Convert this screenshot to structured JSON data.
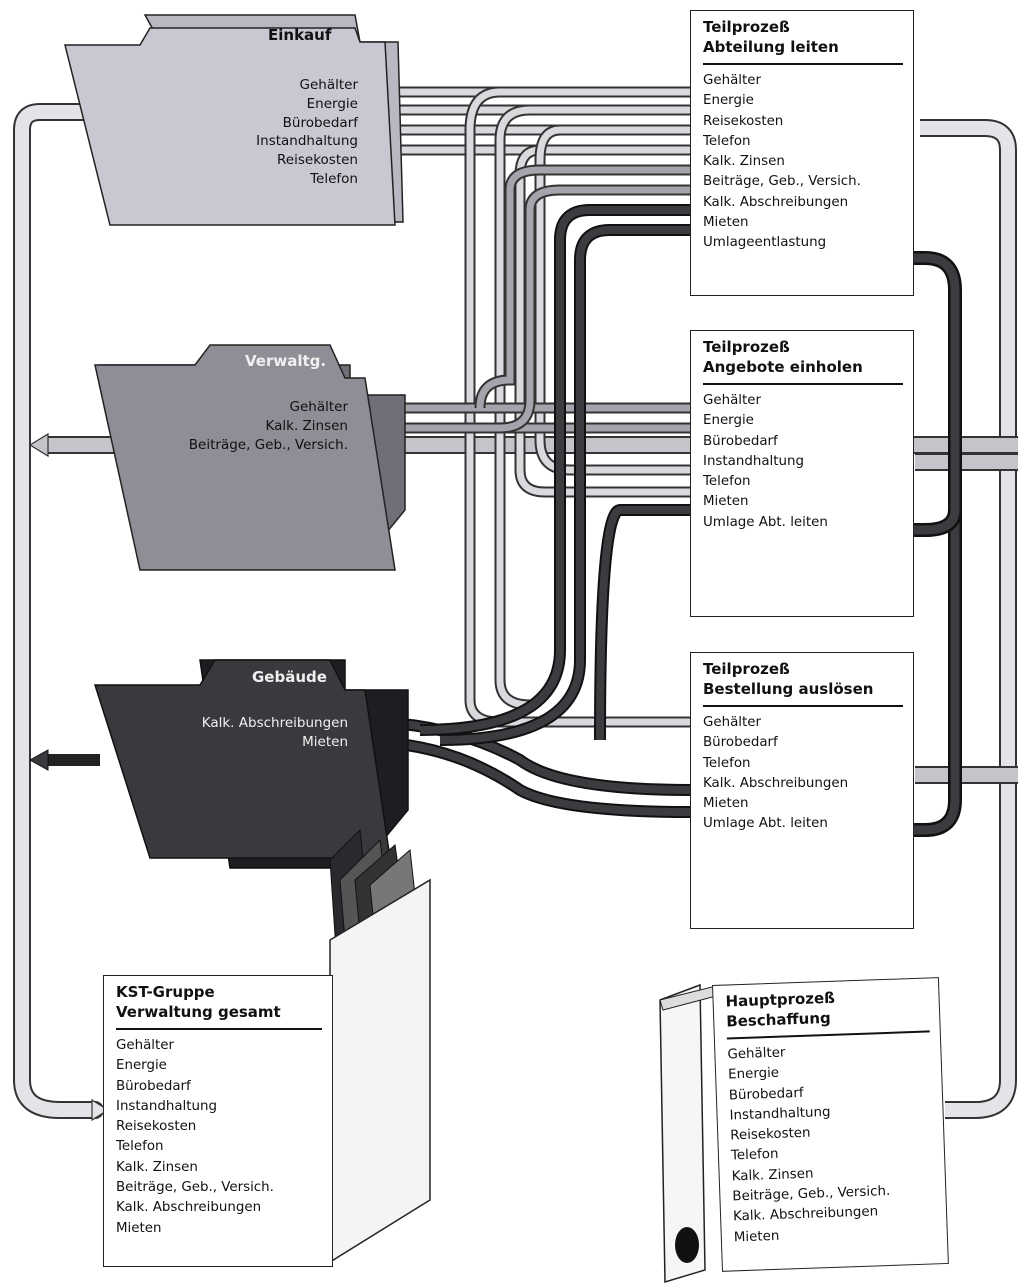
{
  "folders": {
    "einkauf": {
      "title": "Einkauf",
      "items": [
        "Gehälter",
        "Energie",
        "Bürobedarf",
        "Instandhaltung",
        "Reisekosten",
        "Telefon"
      ],
      "color": "#c8c8d2"
    },
    "verwaltung": {
      "title": "Verwaltg.",
      "items": [
        "Gehälter",
        "Kalk. Zinsen",
        "Beiträge, Geb., Versich."
      ],
      "color": "#8e8e96"
    },
    "gebaeude": {
      "title": "Gebäude",
      "items": [
        "Kalk. Abschreibungen",
        "Mieten"
      ],
      "color": "#3a3a3e"
    }
  },
  "subprocesses": [
    {
      "title_line1": "Teilprozeß",
      "title_line2": "Abteilung leiten",
      "items": [
        "Gehälter",
        "Energie",
        "Reisekosten",
        "Telefon",
        "Kalk. Zinsen",
        "Beiträge, Geb., Versich.",
        "Kalk. Abschreibungen",
        "Mieten",
        "Umlageentlastung"
      ]
    },
    {
      "title_line1": "Teilprozeß",
      "title_line2": "Angebote einholen",
      "items": [
        "Gehälter",
        "Energie",
        "Bürobedarf",
        "Instandhaltung",
        "Telefon",
        "Mieten",
        "Umlage Abt. leiten"
      ]
    },
    {
      "title_line1": "Teilprozeß",
      "title_line2": "Bestellung auslösen",
      "items": [
        "Gehälter",
        "Bürobedarf",
        "Telefon",
        "Kalk. Abschreibungen",
        "Mieten",
        "Umlage Abt. leiten"
      ]
    }
  ],
  "cost_center_group": {
    "title_line1": "KST-Gruppe",
    "title_line2": "Verwaltung gesamt",
    "items": [
      "Gehälter",
      "Energie",
      "Bürobedarf",
      "Instandhaltung",
      "Reisekosten",
      "Telefon",
      "Kalk. Zinsen",
      "Beiträge, Geb., Versich.",
      "Kalk. Abschreibungen",
      "Mieten"
    ]
  },
  "main_process": {
    "title_line1": "Hauptprozeß",
    "title_line2": "Beschaffung",
    "items": [
      "Gehälter",
      "Energie",
      "Bürobedarf",
      "Instandhaltung",
      "Reisekosten",
      "Telefon",
      "Kalk. Zinsen",
      "Beiträge, Geb., Versich.",
      "Kalk. Abschreibungen",
      "Mieten"
    ]
  },
  "colors": {
    "flow_light": "#d9d9de",
    "flow_mid": "#a0a0a8",
    "flow_dark": "#3c3c40",
    "outline": "#222222"
  }
}
